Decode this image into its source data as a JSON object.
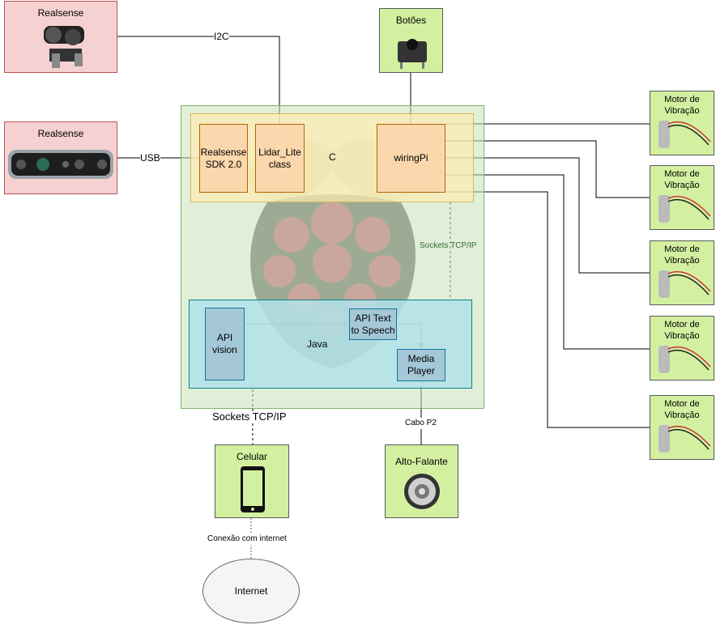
{
  "diagram": {
    "realsense_top": {
      "title": "Realsense"
    },
    "realsense_mid": {
      "title": "Realsense"
    },
    "i2c_label": "I2C",
    "usb_label": "USB",
    "botoes": {
      "title": "Botões"
    },
    "c_layer": {
      "label": "C",
      "sdk": "Realsense SDK 2.0",
      "lidar": "Lidar_Lite class",
      "wiringpi": "wiringPi"
    },
    "sockets_inner": "Sockets TCP/IP",
    "java_layer": {
      "label": "Java",
      "api_vision": "API vision",
      "tts": "API Text to Speech",
      "media": "Media Player"
    },
    "sockets_outer": "Sockets TCP/IP",
    "cabo": "Cabo P2",
    "celular": {
      "title": "Celular"
    },
    "alto_falante": {
      "title": "Alto-Falante"
    },
    "conexao": "Conexão com internet",
    "internet": "Internet",
    "motors": [
      {
        "title": "Motor de Vibração"
      },
      {
        "title": "Motor de Vibração"
      },
      {
        "title": "Motor de Vibração"
      },
      {
        "title": "Motor de Vibração"
      },
      {
        "title": "Motor de Vibração"
      }
    ]
  }
}
